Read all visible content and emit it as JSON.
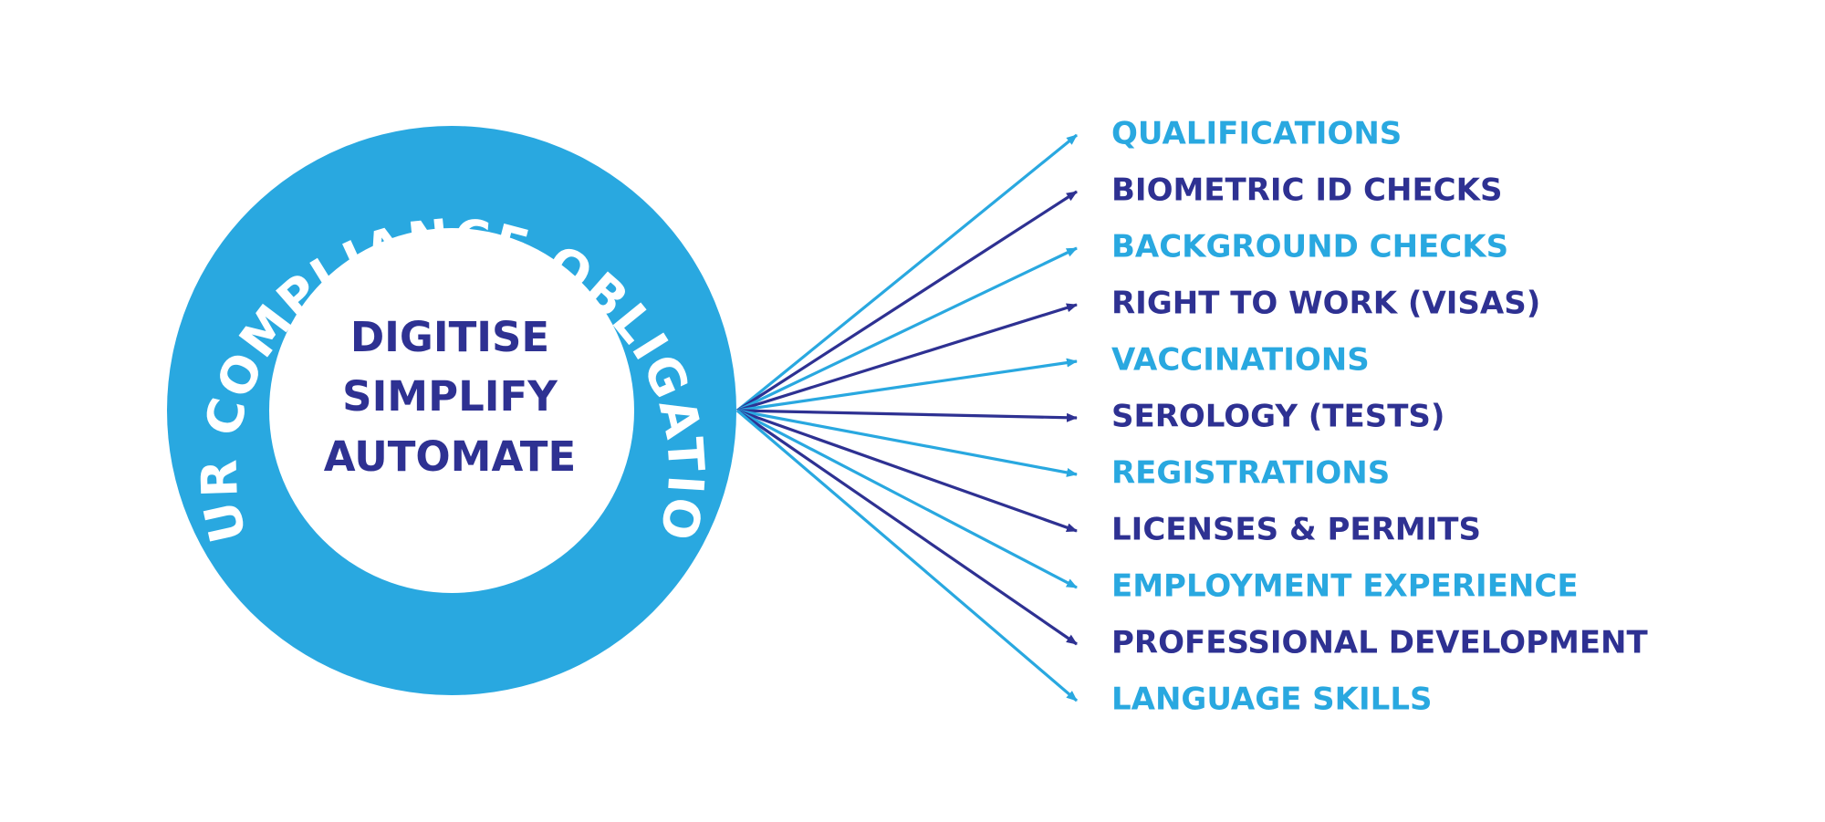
{
  "colors": {
    "light_blue": "#29A8E0",
    "dark_blue": "#2E3192",
    "white": "#FFFFFF"
  },
  "ring": {
    "title": "YOUR COMPLIANCE OBLIGATIONS"
  },
  "center": {
    "line1": "DIGITISE",
    "line2": "SIMPLIFY",
    "line3": "AUTOMATE"
  },
  "items": [
    {
      "label": "QUALIFICATIONS",
      "color": "light"
    },
    {
      "label": "BIOMETRIC ID CHECKS",
      "color": "dark"
    },
    {
      "label": "BACKGROUND CHECKS",
      "color": "light"
    },
    {
      "label": "RIGHT TO WORK (VISAS)",
      "color": "dark"
    },
    {
      "label": "VACCINATIONS",
      "color": "light"
    },
    {
      "label": "SEROLOGY (TESTS)",
      "color": "dark"
    },
    {
      "label": "REGISTRATIONS",
      "color": "light"
    },
    {
      "label": "LICENSES & PERMITS",
      "color": "dark"
    },
    {
      "label": "EMPLOYMENT EXPERIENCE",
      "color": "light"
    },
    {
      "label": "PROFESSIONAL DEVELOPMENT",
      "color": "dark"
    },
    {
      "label": "LANGUAGE SKILLS",
      "color": "light"
    }
  ]
}
